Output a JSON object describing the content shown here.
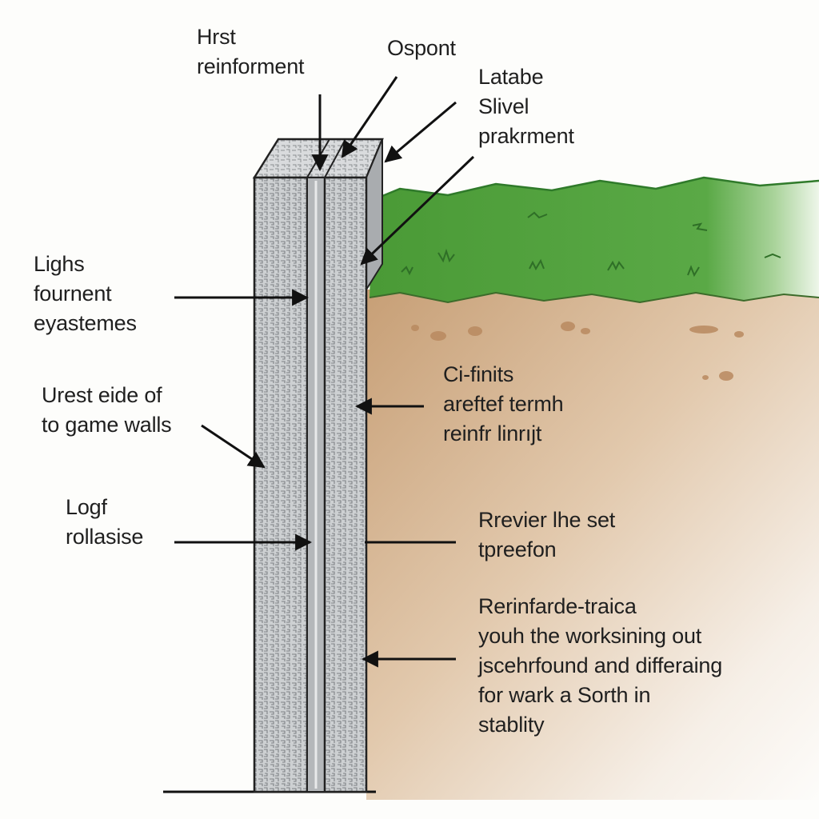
{
  "labels": {
    "first_reinforcement": {
      "lines": [
        "Hrst",
        "reinforment"
      ]
    },
    "ospont": {
      "lines": [
        "Ospont"
      ]
    },
    "latabe": {
      "lines": [
        "Latabe",
        "Slivel",
        "prakrment"
      ]
    },
    "lighs": {
      "lines": [
        "Lighs",
        "fournent",
        "eyastemes"
      ]
    },
    "urest": {
      "lines": [
        "Urest eide of",
        "to game walls"
      ]
    },
    "ci_finits": {
      "lines": [
        "Ci-finits",
        "areftef termh",
        "reinfr linrıjt"
      ]
    },
    "logf": {
      "lines": [
        "Logf",
        "rollasise"
      ]
    },
    "rrevier": {
      "lines": [
        "Rrevier lhe set",
        "tpreefon"
      ]
    },
    "rerinfarde": {
      "lines": [
        "Rerinfarde-traica",
        "youh the worksining out",
        "jsсehrfound and differaing",
        "for wark a Sorth in",
        "stablity"
      ]
    }
  },
  "colors": {
    "grass": "#4f9e3a",
    "grass_dark": "#2f7a2a",
    "soil": "#c8a27a",
    "soil_light": "#f5ece2",
    "wall": "#c9cbcd",
    "wall_dark": "#8e9093",
    "line": "#111111"
  }
}
